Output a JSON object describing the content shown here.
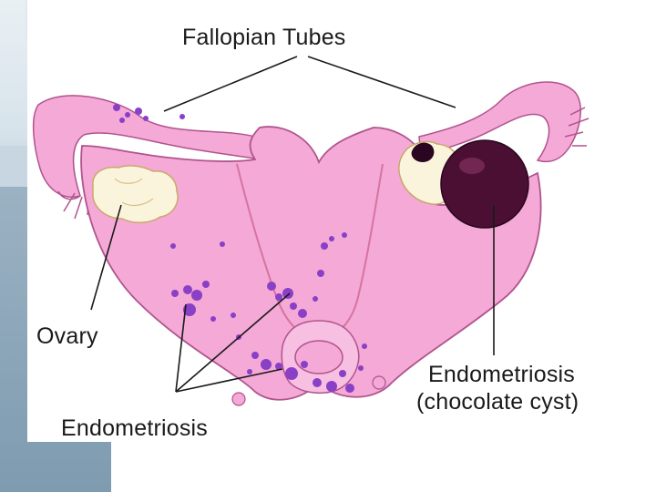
{
  "labels": {
    "fallopian_tubes": "Fallopian Tubes",
    "ovary": "Ovary",
    "endometriosis": "Endometriosis",
    "endometriosis_cyst_line1": "Endometriosis",
    "endometriosis_cyst_line2": "(chocolate cyst)"
  },
  "colors": {
    "uterus_fill": "#f4a9d6",
    "uterus_dark": "#e58cc0",
    "outline": "#b0548d",
    "ovary_fill": "#fbf4dc",
    "cyst_fill": "#4a0f33",
    "lesion": "#8a3fc7",
    "sidebar": "#8fa9bb"
  },
  "icons": {
    "logo": "bird-logo-icon"
  }
}
